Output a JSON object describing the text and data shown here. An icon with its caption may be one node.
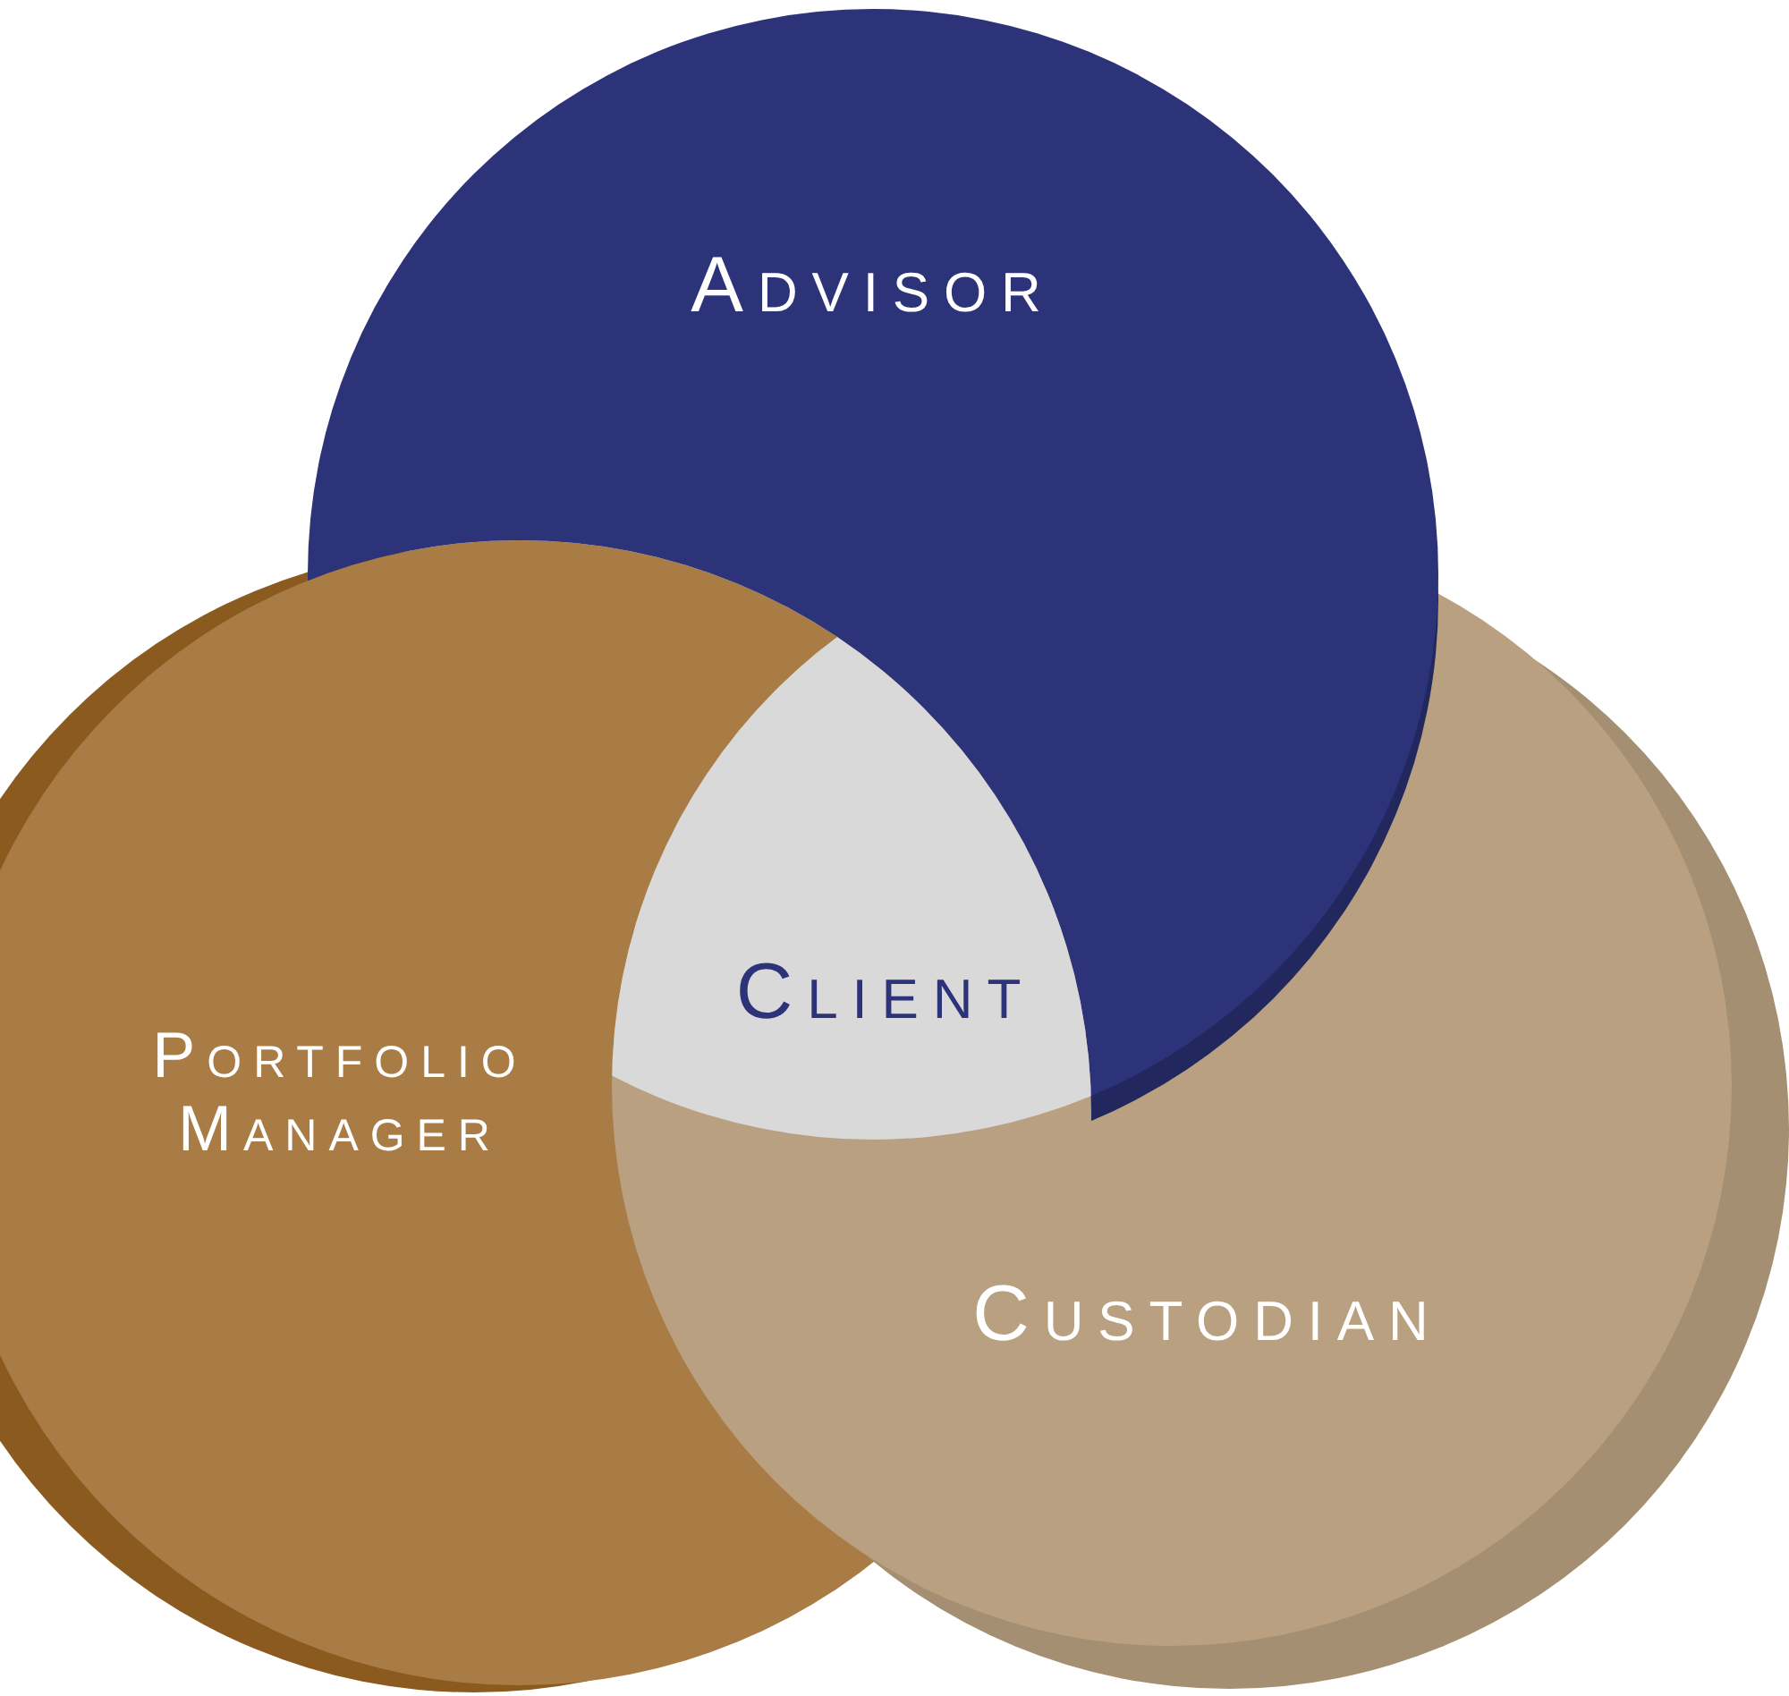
{
  "diagram": {
    "nodes": [
      {
        "text": [
          "Advisor"
        ]
      },
      {
        "text": [
          "Portfolio Manager"
        ]
      },
      {
        "text": [
          "Custodian"
        ]
      },
      {
        "text": [
          "Client"
        ]
      }
    ]
  }
}
